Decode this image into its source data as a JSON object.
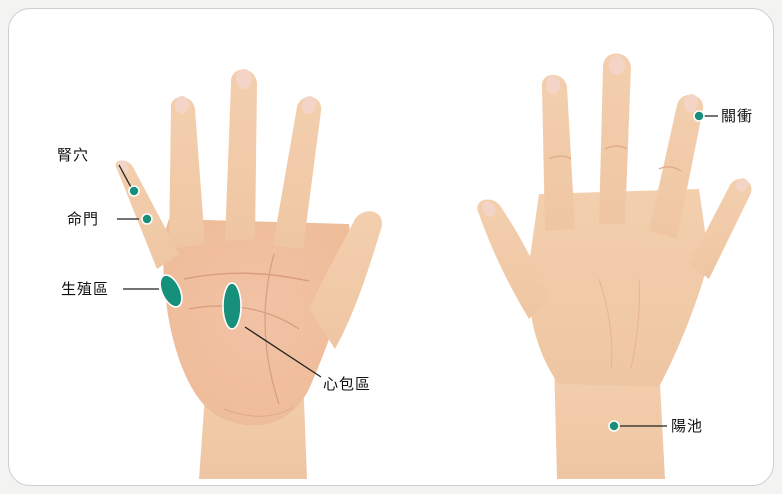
{
  "points": {
    "shenxue": "腎穴",
    "mingmen": "命門",
    "shengzhiqu": "生殖區",
    "xinbaoqu": "心包區",
    "guanchong": "關衝",
    "yangchi": "陽池"
  },
  "colors": {
    "marker": "#17907b",
    "marker_outline": "#ffffff",
    "leader_line": "#222222",
    "skin": "#f0c8a6",
    "skin_shadow": "#e0a886",
    "nail": "#f4d4c6",
    "frame_border": "#c9cfd3"
  }
}
